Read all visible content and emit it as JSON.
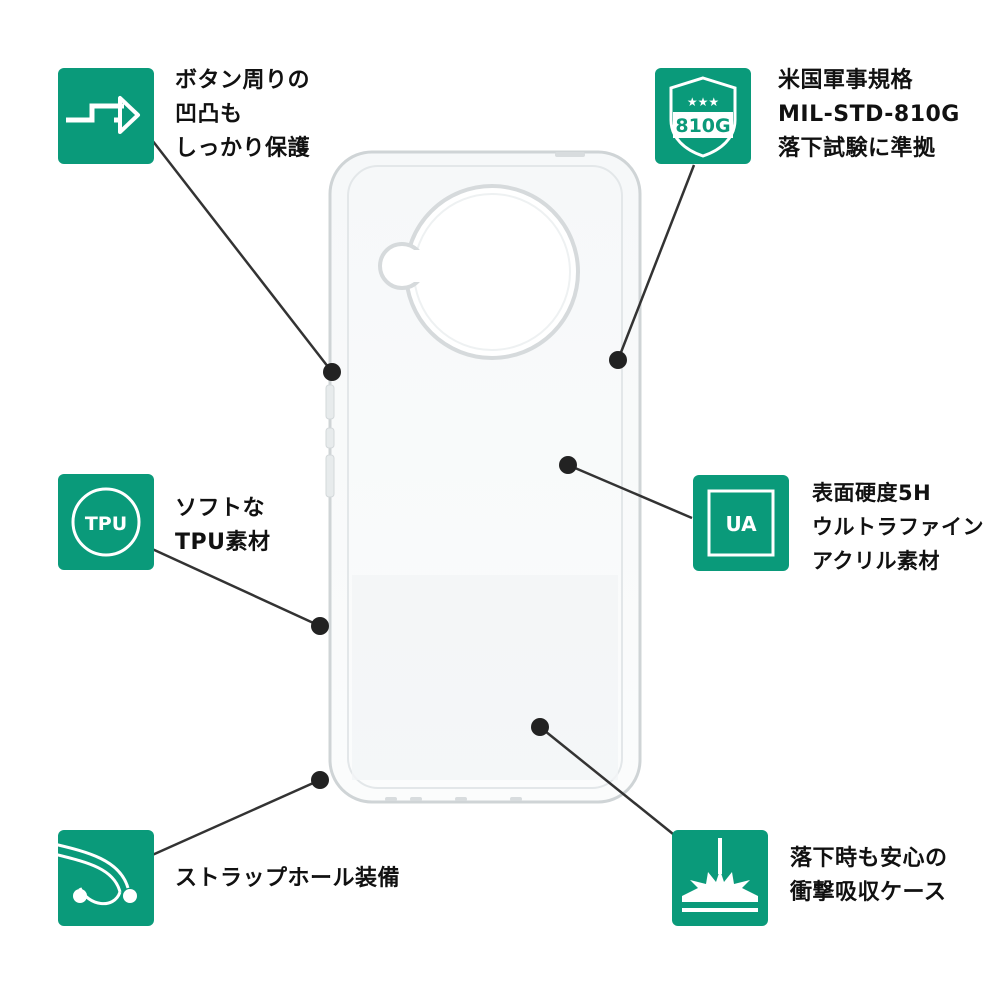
{
  "features": {
    "button": {
      "icon": "button-protection-icon",
      "lines": [
        "ボタン周りの",
        "凹凸も",
        "しっかり保護"
      ]
    },
    "mil": {
      "icon": "military-shield-badge-icon",
      "badge": "810G",
      "stars": "★★★",
      "lines": [
        "米国軍事規格",
        "MIL-STD-810G",
        "落下試験に準拠"
      ]
    },
    "tpu": {
      "icon": "tpu-circle-icon",
      "badge": "TPU",
      "lines": [
        "ソフトな",
        "TPU素材"
      ]
    },
    "ua": {
      "icon": "ua-square-icon",
      "badge": "UA",
      "lines": [
        "表面硬度5H",
        "ウルトラファイン",
        "アクリル素材"
      ]
    },
    "strap": {
      "icon": "strap-hole-icon",
      "lines": [
        "ストラップホール装備"
      ]
    },
    "impact": {
      "icon": "impact-burst-icon",
      "lines": [
        "落下時も安心の",
        "衝撃吸収ケース"
      ]
    }
  },
  "colors": {
    "accent": "#0a9a7a",
    "leader": "#333333",
    "case_edge": "#cfd4d6"
  }
}
